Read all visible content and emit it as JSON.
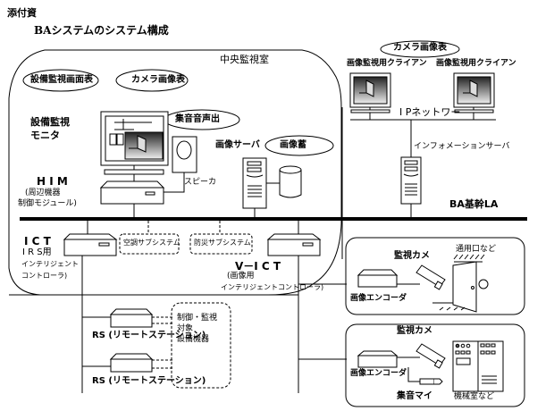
{
  "header": {
    "appendix_label": "添付資",
    "title": "BAシステムのシステム構成"
  },
  "central_room": {
    "label": "中央監視室",
    "bubbles": [
      "設備監視画面表",
      "カメラ画像表"
    ],
    "collect_audio_bubble": "集音音声出",
    "monitor_label_line1": "設備監視",
    "monitor_label_line2": "モニタ",
    "him_label": "H I M",
    "him_sub1": "(周辺機器",
    "him_sub2": "制御モジュール)",
    "speaker_label": "スピーカ",
    "image_server_label": "画像サーバ",
    "image_storage_bubble": "画像蓄",
    "ict_label": "I C T",
    "ict_sub1": "I R S用",
    "ict_sub2": "インテリジェント",
    "ict_sub3": "コントローラ)",
    "hvac_subsystem": "空調サブシステム",
    "fire_subsystem": "防災サブシステム",
    "vict_label": "V－I C T",
    "vict_sub1": "(画像用",
    "vict_sub2": "インテリジェントコントローラ)"
  },
  "ip_network": {
    "bubble": "カメラ画像表",
    "client_labels": [
      "画像監視用クライアン",
      "画像監視用クライアン"
    ],
    "network_label": "I Pネットワー",
    "info_server_label": "インフォメーションサーバ"
  },
  "backbone_label": "BA基幹LA",
  "remote": {
    "rs_labels": [
      "RS (リモートステーション)",
      "RS (リモートステーション)"
    ],
    "target_line1": "制御・監視",
    "target_line2": "対象",
    "target_line3": "設備機器"
  },
  "camera_box_1": {
    "camera_label": "監視カメ",
    "encoder_label": "画像エンコーダ",
    "location_label": "通用口など"
  },
  "camera_box_2": {
    "camera_label": "監視カメ",
    "encoder_label": "画像エンコーダ",
    "mic_label": "集音マイ",
    "location_label": "機械室など"
  }
}
